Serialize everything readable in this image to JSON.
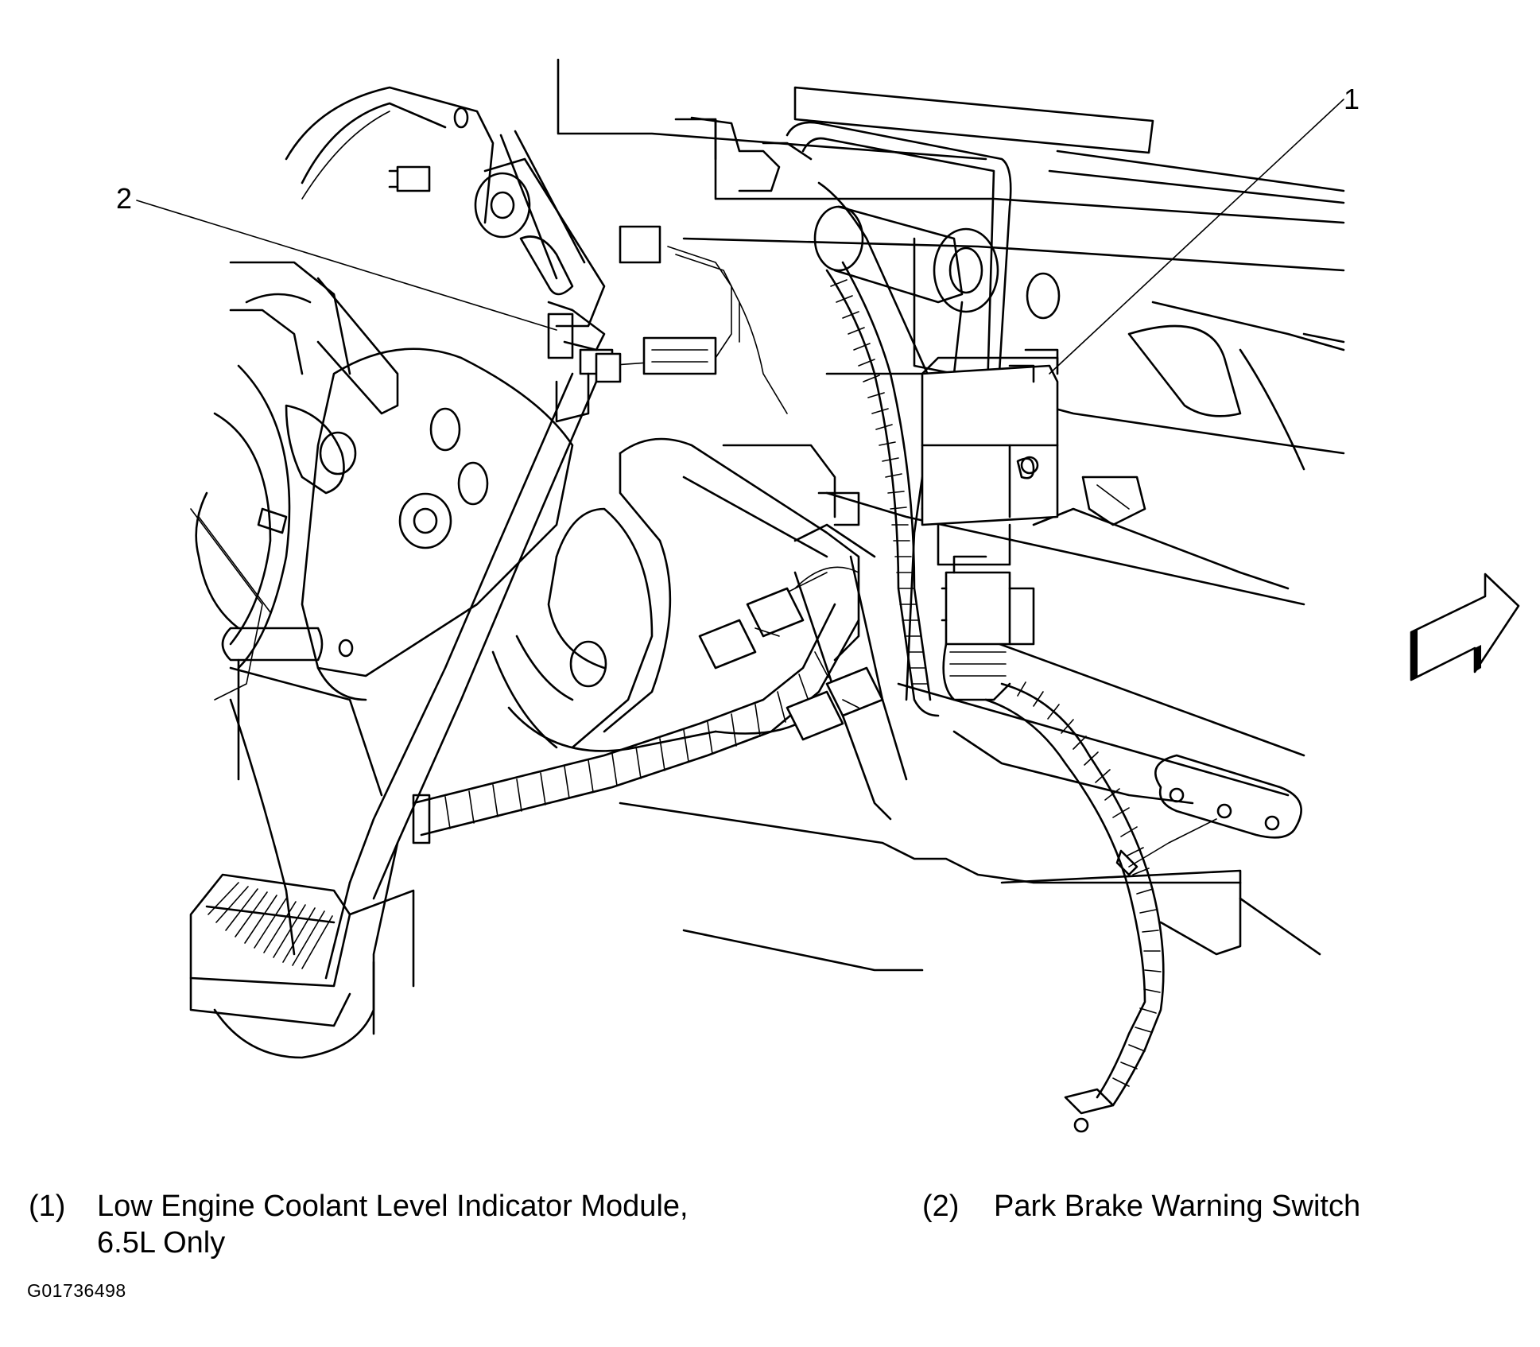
{
  "callouts": [
    {
      "number": "1",
      "legend_number": "(1)",
      "label_line1": "Low Engine Coolant Level Indicator Module,",
      "label_line2": "6.5L Only"
    },
    {
      "number": "2",
      "legend_number": "(2)",
      "label_line1": "Park Brake Warning Switch"
    }
  ],
  "figure_id": "G01736498",
  "orientation_arrow": "forward-arrow-icon"
}
